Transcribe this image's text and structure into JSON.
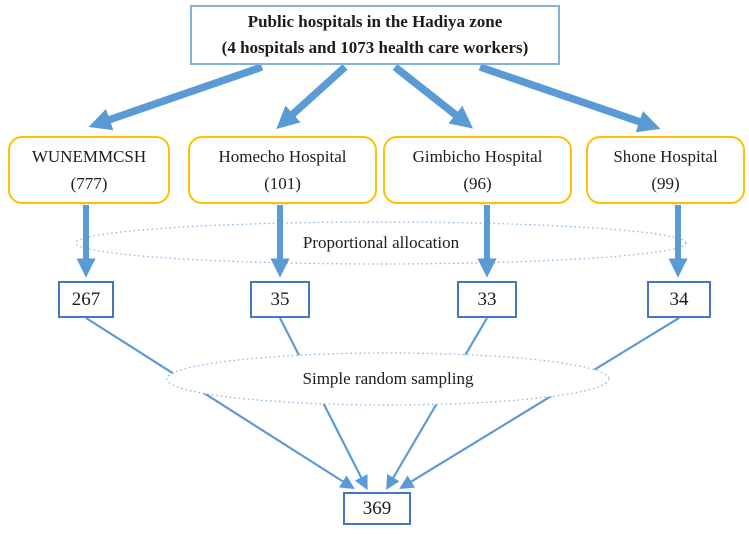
{
  "diagram": {
    "title_line1": "Public hospitals in the Hadiya zone",
    "title_line2": "(4 hospitals and 1073 health care workers)",
    "hospitals": [
      {
        "name": "WUNEMMCSH",
        "count": "(777)",
        "sample": "267"
      },
      {
        "name": "Homecho Hospital",
        "count": "(101)",
        "sample": "35"
      },
      {
        "name": "Gimbicho Hospital",
        "count": "(96)",
        "sample": "33"
      },
      {
        "name": "Shone Hospital",
        "count": "(99)",
        "sample": "34"
      }
    ],
    "stage1_label": "Proportional allocation",
    "stage2_label": "Simple random sampling",
    "total_sample": "369",
    "colors": {
      "arrow_blue": "#5B9BD5",
      "sample_box_border": "#4576C5",
      "title_box_border": "#85B0DC",
      "hospital_box_border": "#FFC000",
      "dotted_ellipse": "#7FB2E5"
    }
  }
}
